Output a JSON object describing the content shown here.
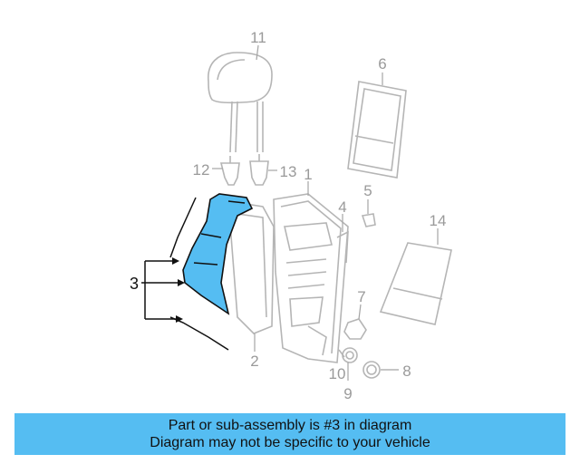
{
  "callouts": {
    "c1": "1",
    "c2": "2",
    "c3": "3",
    "c4": "4",
    "c5": "5",
    "c6": "6",
    "c7": "7",
    "c8": "8",
    "c9": "9",
    "c10": "10",
    "c11": "11",
    "c12": "12",
    "c13": "13",
    "c14": "14"
  },
  "footer": {
    "line1": "Part or sub-assembly is #3 in diagram",
    "line2": "Diagram may not be specific to your vehicle"
  },
  "colors": {
    "highlight": "#55bdf2",
    "banner": "#55bdf2",
    "line_art": "#b5b5b5"
  }
}
